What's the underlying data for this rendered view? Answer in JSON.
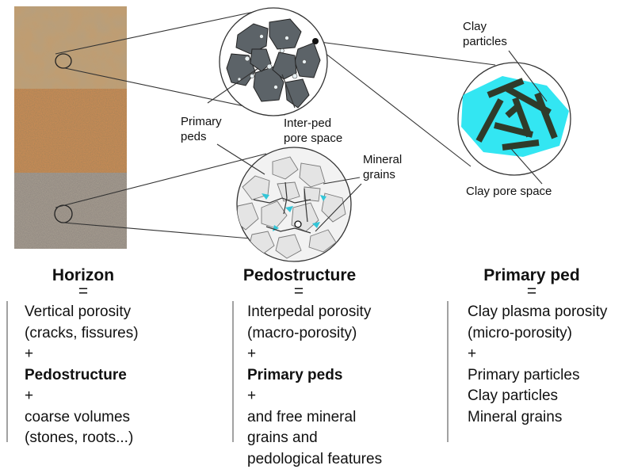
{
  "labels": {
    "clay_particles_1": "Clay",
    "clay_particles_2": "particles",
    "primary_peds_1": "Primary",
    "primary_peds_2": "peds",
    "inter_ped_1": "Inter-ped",
    "inter_ped_2": "pore space",
    "mineral_grains_1": "Mineral",
    "mineral_grains_2": "grains",
    "clay_pore_space": "Clay pore space"
  },
  "columns": {
    "horizon": {
      "title": "Horizon",
      "equals": "=",
      "lines": [
        "Vertical porosity",
        "(cracks, fissures)",
        "+",
        "Pedostructure",
        "+",
        "coarse volumes",
        "(stones, roots...)"
      ]
    },
    "pedostructure": {
      "title": "Pedostructure",
      "equals": "=",
      "lines": [
        "Interpedal porosity",
        "(macro-porosity)",
        "+",
        "Primary peds",
        "+",
        "and free mineral",
        "grains and",
        "pedological features"
      ]
    },
    "primary_ped": {
      "title": "Primary ped",
      "equals": "=",
      "lines": [
        "Clay plasma porosity",
        "(micro-porosity)",
        "+",
        "Primary particles",
        "Clay particles",
        "Mineral grains"
      ]
    }
  },
  "colors": {
    "clay_pore_fill": "#33e6f2",
    "clay_particle": "#2f3b2a",
    "ped_fill": "#555b60",
    "soil_top": "#bf9d72",
    "soil_middle": "#c48a55",
    "soil_bottom": "#a39a8e"
  }
}
